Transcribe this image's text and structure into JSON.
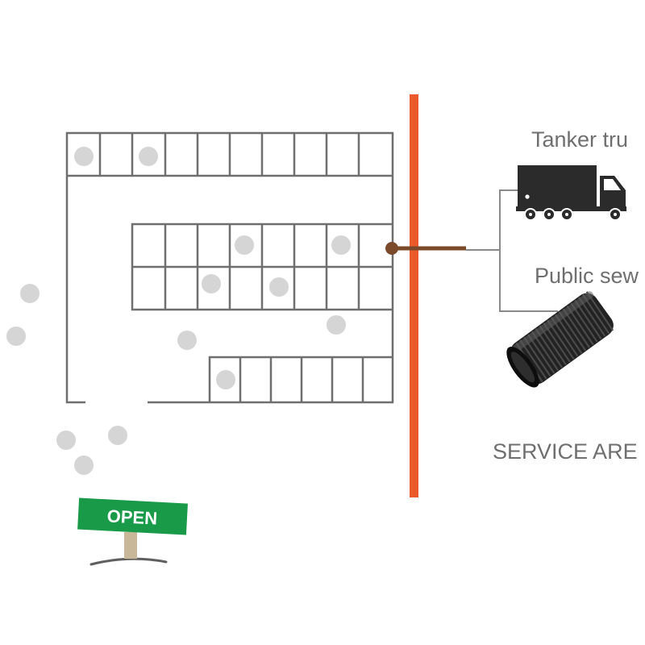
{
  "labels": {
    "tanker": "Tanker tru",
    "sewer": "Public sew",
    "service_area": "SERVICE ARE",
    "sign": "OPEN"
  },
  "colors": {
    "background": "#ffffff",
    "grid_line": "#6f6f6f",
    "boundary": "#ea5a2b",
    "pipe": "#7a4a2a",
    "connector": "#8a8a8a",
    "dot": "#d5d5d5",
    "sign": "#189a48",
    "sign_post": "#c9b79a",
    "truck": "#2b2b2b",
    "hose": "#1e1e1e",
    "label": "#6f6f6f"
  },
  "icons": {
    "truck": "tanker-truck-icon",
    "hose": "sewer-hose-icon",
    "sign": "open-sign-icon"
  }
}
